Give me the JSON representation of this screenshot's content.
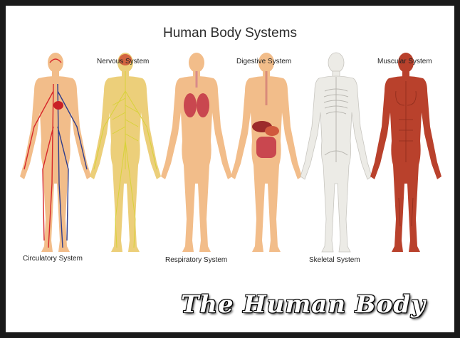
{
  "title": "Human Body Systems",
  "labels": {
    "circulatory": "Circulatory System",
    "nervous": "Nervous System",
    "respiratory": "Respiratory System",
    "digestive": "Digestive System",
    "skeletal": "Skeletal System",
    "muscular": "Muscular System"
  },
  "banner": "The Human Body",
  "colors": {
    "skin": "#f2bd8a",
    "muscle": "#b9412c",
    "bone": "#ecebe6",
    "nerve": "#d8d23a",
    "artery": "#d7262a",
    "vein": "#2f3d8c"
  }
}
